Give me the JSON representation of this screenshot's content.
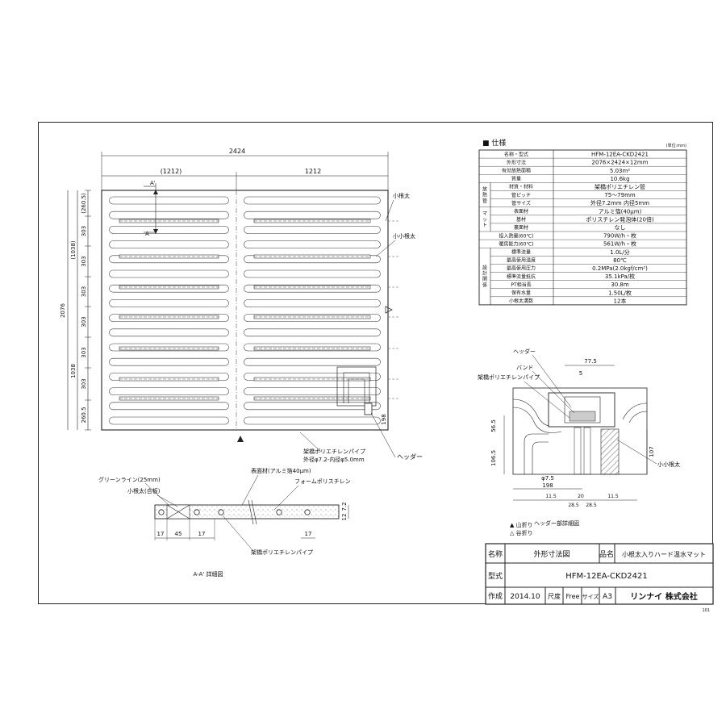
{
  "drawing": {
    "overall_width": "2424",
    "half_left": "(1212)",
    "half_right": "1212",
    "overall_height": "2076",
    "upper_half": "(1038)",
    "lower_half": "1038",
    "row_dims": [
      "(260.5)",
      "303",
      "303",
      "303",
      "303",
      "303",
      "303",
      "260.5"
    ],
    "section_mark": "A",
    "section_mark_prime": "A'",
    "label_kone": "小根太",
    "label_kokone": "小小根太",
    "label_header": "ヘッダー",
    "label_pipe": "架橋ポリエチレンパイプ",
    "label_pipe_size": "外径φ7.2-内径φ5.0mm",
    "header_dim": "198"
  },
  "spec": {
    "title": "■ 仕様",
    "unit_note": "(単位:mm)",
    "rows": [
      {
        "group": "",
        "label": "名称・型式",
        "value": "HFM-12EA-CKD2421"
      },
      {
        "group": "",
        "label": "外形寸法",
        "value": "2076×2424×12mm"
      },
      {
        "group": "",
        "label": "有効放熱面積",
        "value": "5.03m²"
      },
      {
        "group": "",
        "label": "質量",
        "value": "10.6kg"
      },
      {
        "group": "放熱管",
        "label": "材質・材料",
        "value": "架橋ポリエチレン管"
      },
      {
        "group": "",
        "label": "管ピッチ",
        "value": "75〜79mm"
      },
      {
        "group": "",
        "label": "管サイズ",
        "value": "外径7.2mm 内径5mm"
      },
      {
        "group": "マット",
        "label": "表面材",
        "value": "アルミ箔(40μm)"
      },
      {
        "group": "",
        "label": "基材",
        "value": "ポリスチレン発泡体(20倍)"
      },
      {
        "group": "",
        "label": "裏面材",
        "value": "なし"
      },
      {
        "group": "",
        "label": "投入熱量(60℃)",
        "value": "790W/h・枚"
      },
      {
        "group": "",
        "label": "暖房能力(60℃)",
        "value": "561W/h・枚"
      },
      {
        "group": "設計関係",
        "label": "標準流量",
        "value": "1.0L/分"
      },
      {
        "group": "",
        "label": "最高使用温度",
        "value": "80℃"
      },
      {
        "group": "",
        "label": "最高使用圧力",
        "value": "0.2MPa(2.0kgf/cm²)"
      },
      {
        "group": "",
        "label": "標準流量抵抗",
        "value": "35.1kPa/枚"
      },
      {
        "group": "",
        "label": "PT相当長",
        "value": "30.8m"
      },
      {
        "group": "",
        "label": "保有水量",
        "value": "1.50L/枚"
      },
      {
        "group": "",
        "label": "小根太溝数",
        "value": "12本"
      }
    ]
  },
  "header_detail": {
    "title": "ヘッダー部詳細図",
    "label_header": "ヘッダー",
    "label_band": "バンド",
    "label_pipe": "架橋ポリエチレンパイプ",
    "label_kokone": "小小根太",
    "dim_77_5": "77.5",
    "dim_5": "5",
    "dim_56_5": "56.5",
    "dim_106_5": "106.5",
    "dim_107": "107",
    "dim_phi": "φ7.5",
    "dim_198": "198",
    "dim_11_5_left": "11.5",
    "dim_20": "20",
    "dim_28_5_a": "28.5",
    "dim_28_5_b": "28.5",
    "dim_11_5_right": "11.5",
    "legend_mountain": "▲ 山折り",
    "legend_valley": "△ 谷折り"
  },
  "section": {
    "title": "A-A' 詳細図",
    "label_green": "グリーンライン(25mm)",
    "label_kone": "小根太(合板)",
    "label_surface": "表面材(アルミ箔40μm)",
    "label_foam": "フォームポリスチレン",
    "label_pipe": "架橋ポリエチレンパイプ",
    "dim_17a": "17",
    "dim_45": "45",
    "dim_17b": "17",
    "dim_17c": "17",
    "dim_7_2": "7.2",
    "dim_12": "12"
  },
  "titleblock": {
    "name_label": "名称",
    "name_value": "外形寸法図",
    "product_label": "品名",
    "product_value": "小根太入りハード温水マット",
    "model_label": "型式",
    "model_value": "HFM-12EA-CKD2421",
    "made_label": "作成",
    "made_value": "2014.10",
    "scale_label": "尺度",
    "scale_value": "Free",
    "size_label": "サイズ",
    "size_value": "A3",
    "company": "リンナイ 株式会社"
  },
  "page_code": "101"
}
